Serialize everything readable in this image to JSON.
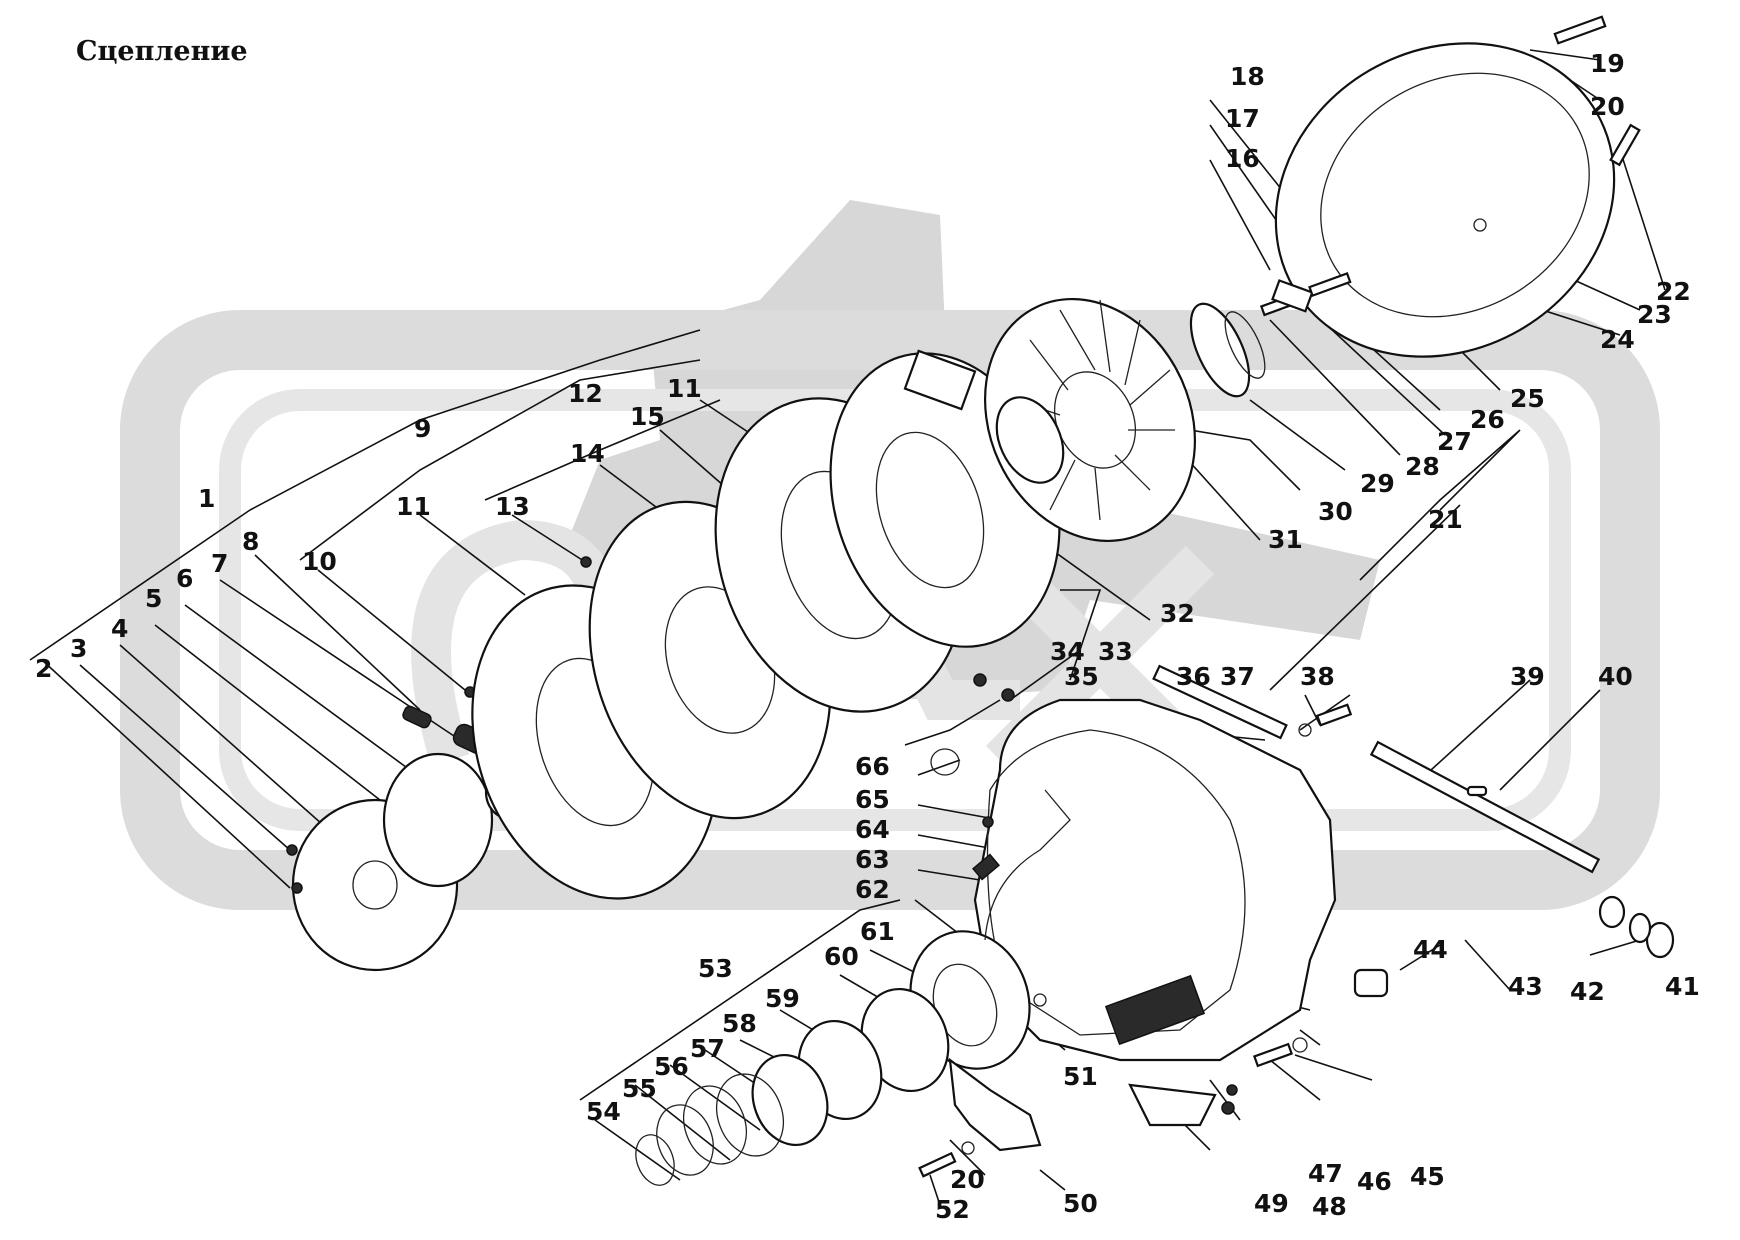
{
  "title": "Сцепление",
  "watermark_colors": {
    "gear": "#d7d7d7",
    "ring": "#dcdcdc"
  },
  "labels": [
    "1",
    "2",
    "3",
    "4",
    "5",
    "6",
    "7",
    "8",
    "9",
    "10",
    "11",
    "11",
    "11",
    "12",
    "13",
    "14",
    "15",
    "16",
    "17",
    "18",
    "19",
    "20",
    "20",
    "21",
    "22",
    "23",
    "24",
    "25",
    "26",
    "27",
    "28",
    "29",
    "30",
    "31",
    "32",
    "33",
    "34",
    "35",
    "36",
    "37",
    "38",
    "39",
    "40",
    "41",
    "42",
    "43",
    "44",
    "45",
    "46",
    "47",
    "48",
    "49",
    "50",
    "51",
    "52",
    "53",
    "54",
    "55",
    "56",
    "57",
    "58",
    "59",
    "60",
    "61",
    "62",
    "63",
    "64",
    "65",
    "66"
  ]
}
